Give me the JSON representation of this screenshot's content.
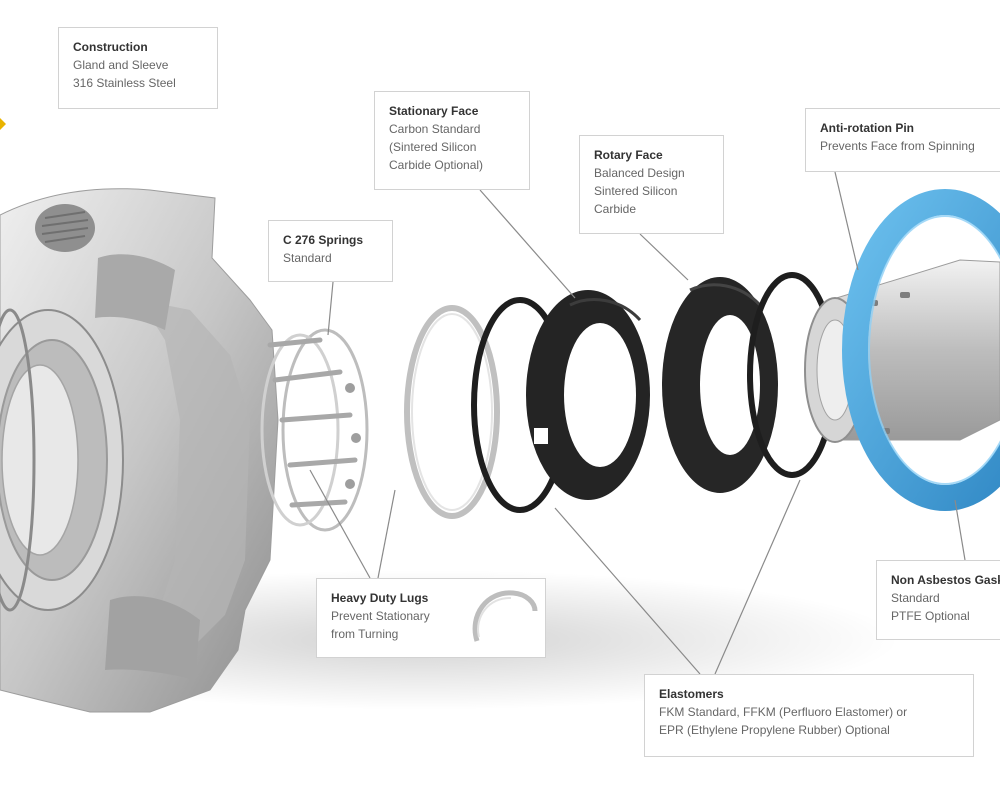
{
  "colors": {
    "steel": "#c9c9c9",
    "steel_dark": "#8f8f8f",
    "rubber": "#1e1e1e",
    "gasket_blue": "#4aa6dc",
    "leader": "#8a8a8a",
    "accent_yellow": "#e9b300"
  },
  "callouts": {
    "construction": {
      "title": "Construction",
      "lines": [
        "Gland and Sleeve",
        "316 Stainless Steel"
      ]
    },
    "stationary_face": {
      "title": "Stationary Face",
      "lines": [
        "Carbon Standard",
        "(Sintered Silicon",
        "Carbide Optional)"
      ]
    },
    "rotary_face": {
      "title": "Rotary Face",
      "lines": [
        "Balanced Design",
        "Sintered Silicon",
        "Carbide"
      ]
    },
    "anti_rotation_pin": {
      "title": "Anti-rotation Pin",
      "lines": [
        "Prevents Face from Spinning"
      ]
    },
    "springs": {
      "title": "C 276 Springs",
      "lines": [
        "Standard"
      ]
    },
    "heavy_duty_lugs": {
      "title": "Heavy Duty Lugs",
      "lines": [
        "Prevent Stationary",
        "from Turning"
      ]
    },
    "gasket": {
      "title": "Non Asbestos Gasket",
      "lines": [
        "Standard",
        "PTFE Optional"
      ]
    },
    "elastomers": {
      "title": "Elastomers",
      "lines": [
        "FKM Standard, FFKM (Perfluoro Elastomer) or",
        "EPR (Ethylene Propylene Rubber) Optional"
      ]
    }
  }
}
